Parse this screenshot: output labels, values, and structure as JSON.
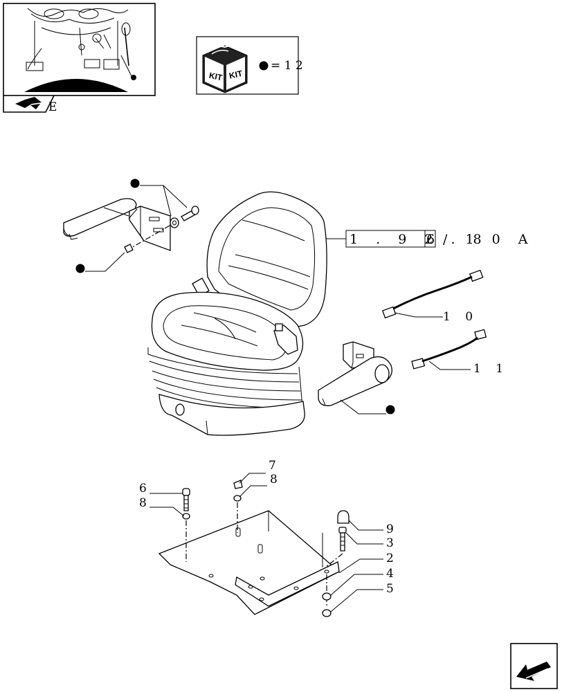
{
  "kit_box": {
    "icon_text_left": "KIT",
    "icon_text_right": "KIT",
    "kit_label": "= 1 2"
  },
  "nav": {
    "section_letter": "E"
  },
  "ref_box": {
    "part1": "1 . 9 2 . 8",
    "part2": "6",
    "part3": "/ 1 0 A"
  },
  "callouts": {
    "n10": "1 0",
    "n11": "1 1",
    "n7": "7",
    "n8a": "8",
    "n6": "6",
    "n8b": "8",
    "n9": "9",
    "n3": "3",
    "n2": "2",
    "n4": "4",
    "n5": "5"
  },
  "icons": {
    "thumbnail": "tractor-cab-thumbnail",
    "kit": "kit-box-icon",
    "nav_back": "section-nav-icon",
    "nav_next": "next-page-arrow-icon"
  }
}
